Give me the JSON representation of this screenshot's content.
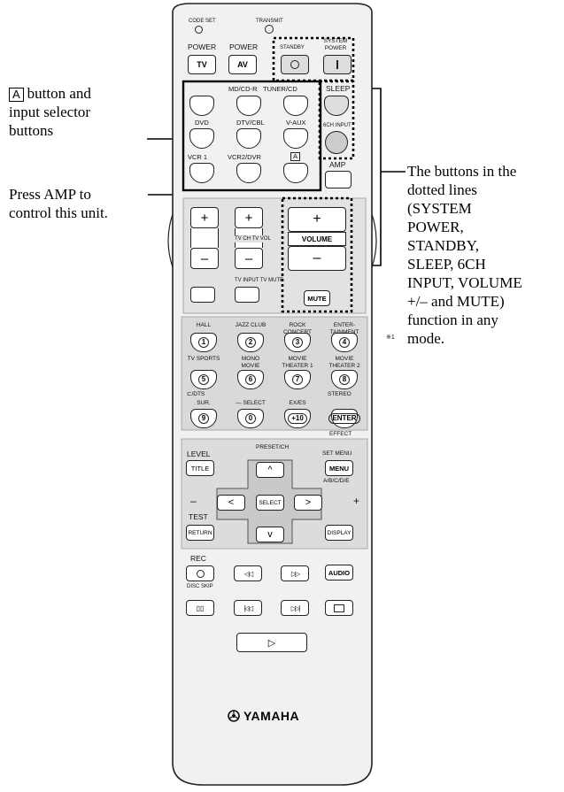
{
  "callouts": {
    "a_marker": "A",
    "a_text_line1": "button and",
    "a_text_line2": "input selector",
    "a_text_line3": "buttons",
    "amp_line1": "Press AMP to",
    "amp_line2": "control this unit.",
    "dotted_lines": [
      "The buttons in the",
      "dotted lines",
      "(SYSTEM",
      "POWER,",
      "STANDBY,",
      "SLEEP, 6CH",
      "INPUT, VOLUME",
      "+/– and MUTE)",
      "function in any",
      "mode."
    ]
  },
  "remote": {
    "top": {
      "code_set": "CODE SET",
      "transmit": "TRANSMIT"
    },
    "power": {
      "power_label_1": "POWER",
      "power_label_2": "POWER",
      "tv": "TV",
      "av": "AV",
      "standby_label": "STANDBY",
      "system_power_label": "SYSTEM POWER"
    },
    "inputs": {
      "row1": [
        "",
        "MD/CD-R",
        "TUNER/CD"
      ],
      "row2": [
        "DVD",
        "DTV/CBL",
        "V-AUX"
      ],
      "row3": [
        "VCR 1",
        "VCR2/DVR",
        "A"
      ],
      "sleep": "SLEEP",
      "six_ch": "6CH INPUT",
      "amp": "AMP"
    },
    "volume": {
      "plus": "+",
      "minus": "–",
      "tv_ch_vol": "TV CH TV VOL",
      "volume": "VOLUME",
      "tv_input_mute": "TV INPUT TV MUTE",
      "mute": "MUTE"
    },
    "dsp": {
      "row1_labels": [
        "HALL",
        "JAZZ CLUB",
        "ROCK CONCERT",
        "ENTER-TAINMENT"
      ],
      "row1_nums": [
        "1",
        "2",
        "3",
        "4"
      ],
      "row2_labels": [
        "TV SPORTS",
        "MONO MOVIE",
        "MOVIE THEATER 1",
        "MOVIE THEATER 2"
      ],
      "row2_nums": [
        "5",
        "6",
        "7",
        "8"
      ],
      "row3_top": [
        "⊏/DTS",
        "",
        "",
        "STEREO"
      ],
      "row3_labels": [
        "SUR.",
        "— SELECT",
        "EX/ES",
        ""
      ],
      "row3_nums": [
        "9",
        "0",
        "+10",
        "ENTER"
      ],
      "effect": "EFFECT",
      "marker": "※1"
    },
    "nav": {
      "level": "LEVEL",
      "title": "TITLE",
      "preset_ch": "PRESET/CH",
      "set_menu": "SET MENU",
      "menu": "MENU",
      "abcde": "A/B/C/D/E",
      "select": "SELECT",
      "minus": "–",
      "plus": "+",
      "test": "TEST",
      "return": "RETURN",
      "display": "DISPLAY",
      "up": "^",
      "down": "v",
      "left": "<",
      "right": ">"
    },
    "transport": {
      "rec": "REC",
      "disc_skip": "DISC SKIP",
      "audio": "AUDIO"
    },
    "brand": "YAMAHA"
  },
  "colors": {
    "panel_gray": "#d8d8d8",
    "body_gray": "#ececec",
    "line": "#222222"
  }
}
